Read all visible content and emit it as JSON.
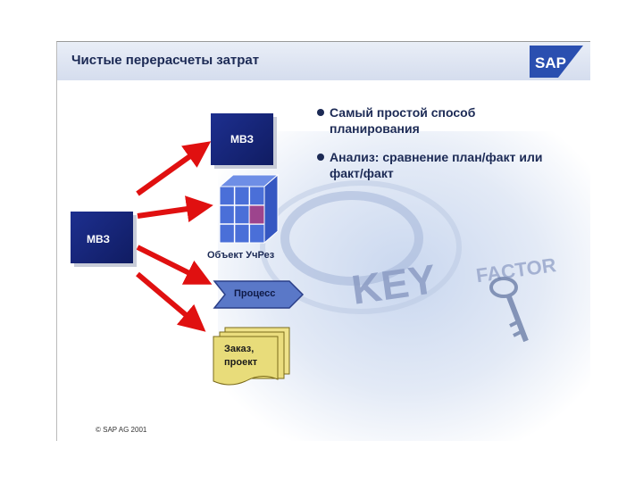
{
  "slide": {
    "title": "Чистые перерасчеты затрат",
    "logo_text": "SAP",
    "bullets": [
      "Самый простой способ планирования",
      "Анализ: сравнение план/факт или факт/факт"
    ],
    "source_box": "МВЗ",
    "target_box": "МВЗ",
    "cube_label": "Объект УчРез",
    "process_label": "Процесс",
    "order_label_line1": "Заказ,",
    "order_label_line2": "проект",
    "background_text_1": "KEY",
    "background_text_2": "FACTOR",
    "footer": "© SAP AG 2001",
    "colors": {
      "accent": "#1c2a55",
      "box": "#1d2f8f",
      "arrow": "#e01010",
      "cube": "#4a6fd8",
      "process": "#5a78c8",
      "order": "#e8dc7a"
    }
  }
}
